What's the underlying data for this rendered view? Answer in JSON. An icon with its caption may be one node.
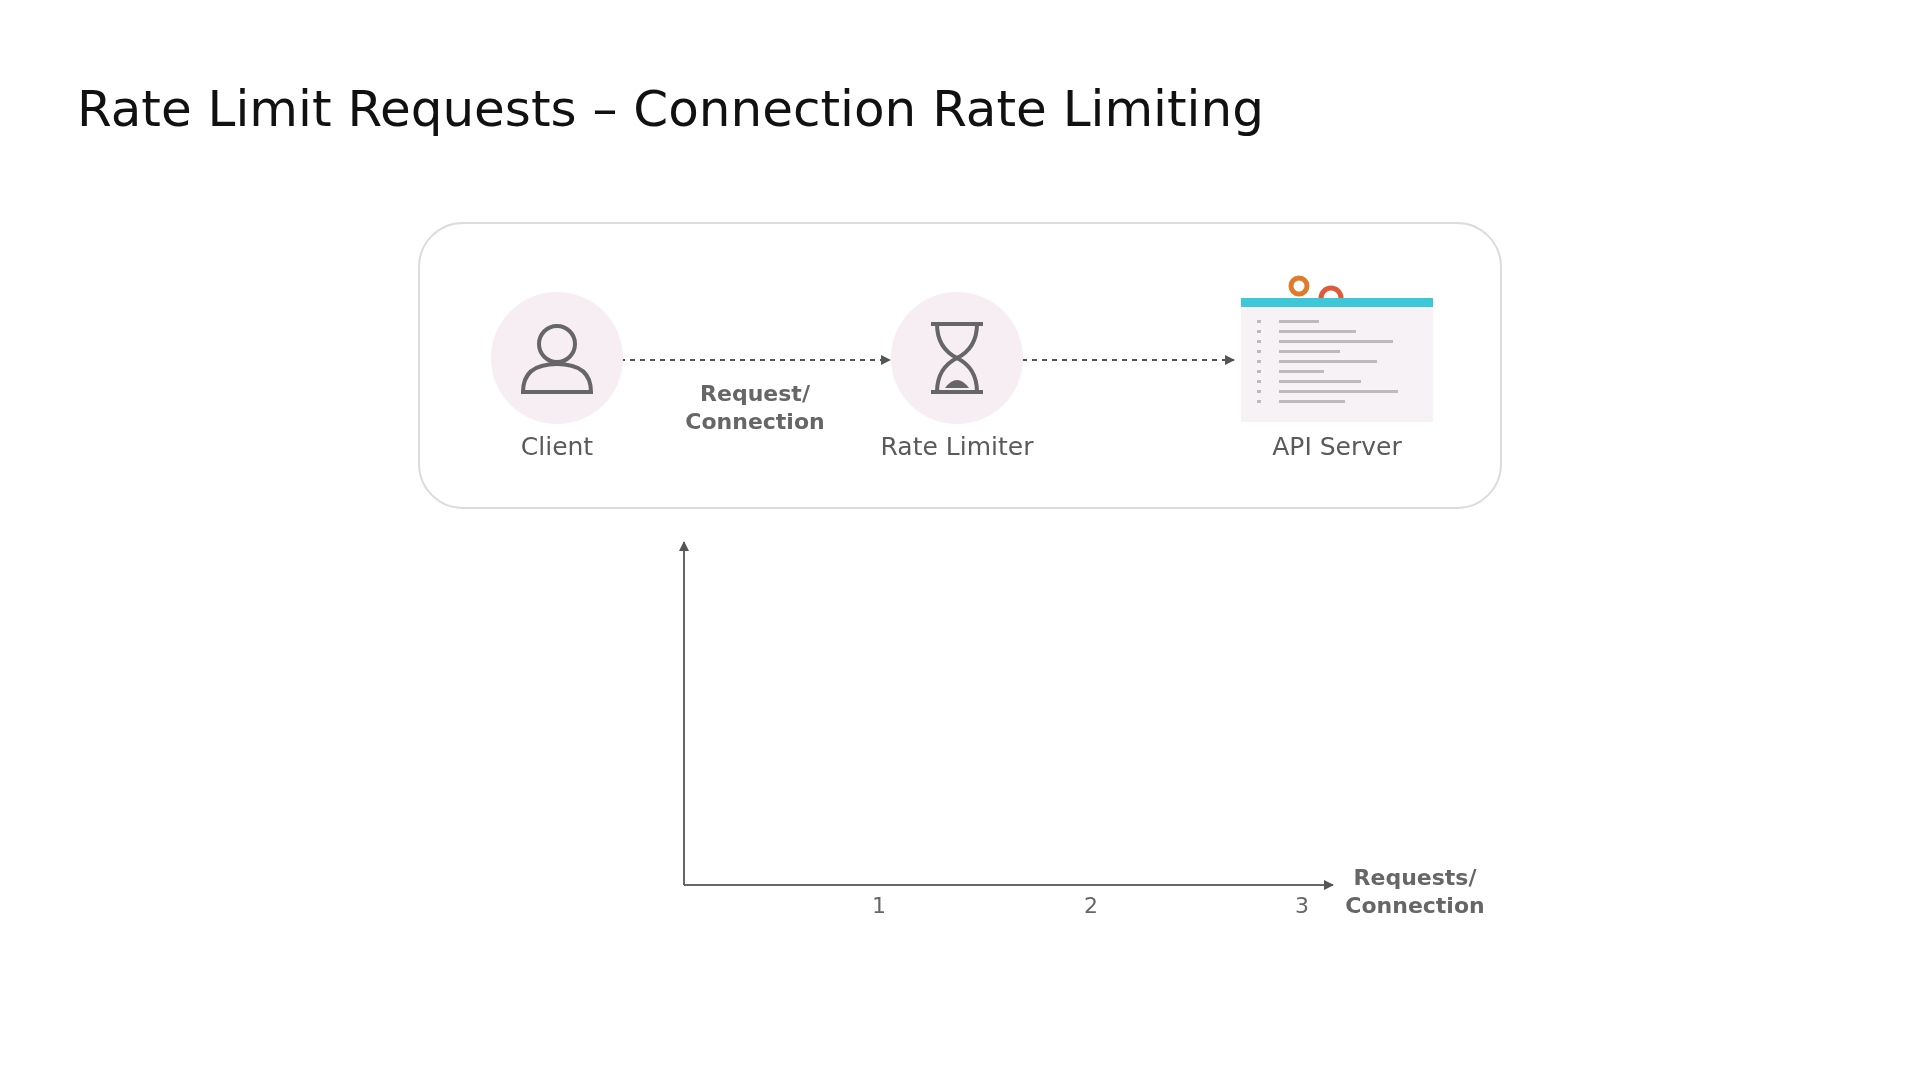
{
  "diagram": {
    "title": "Rate Limit Requests – Connection Rate Limiting",
    "nodes": [
      {
        "text": [],
        "shape": "box"
      },
      {
        "text": [
          "Client"
        ],
        "in": 0
      },
      {
        "text": [
          "Rate Limiter"
        ],
        "in": 0
      },
      {
        "text": [
          "API Server"
        ],
        "in": 0
      }
    ],
    "edges": [
      {
        "from": 1,
        "to": 2,
        "arrow": "to",
        "style": "dashed",
        "label": "Request/ Connection"
      },
      {
        "from": 2,
        "to": 3,
        "arrow": "to",
        "style": "dashed"
      }
    ],
    "labels": [
      "1",
      "2",
      "3",
      "Requests/ Connection"
    ]
  }
}
